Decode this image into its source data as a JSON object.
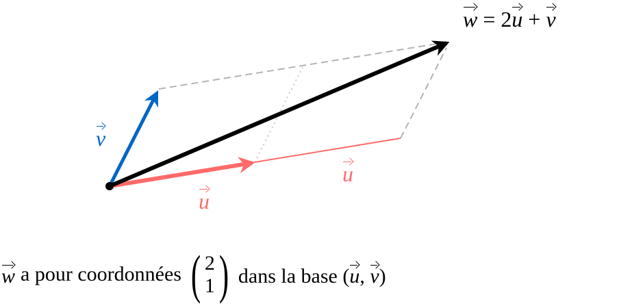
{
  "vectors": {
    "u": "u",
    "v": "v",
    "w": "w"
  },
  "equation": {
    "lhs": "w",
    "equals": "=",
    "coef": "2",
    "u": "u",
    "plus": "+",
    "v": "v"
  },
  "caption": {
    "w": "w",
    "text1": "a pour coordonnées",
    "coords": [
      "2",
      "1"
    ],
    "text2": "dans la base (",
    "u": "u",
    "comma": ",",
    "v": "v",
    "close": ")"
  },
  "colors": {
    "u": "#ff6a6a",
    "v": "#0066c4",
    "w": "#000000",
    "construction": "#b3b3b3"
  }
}
